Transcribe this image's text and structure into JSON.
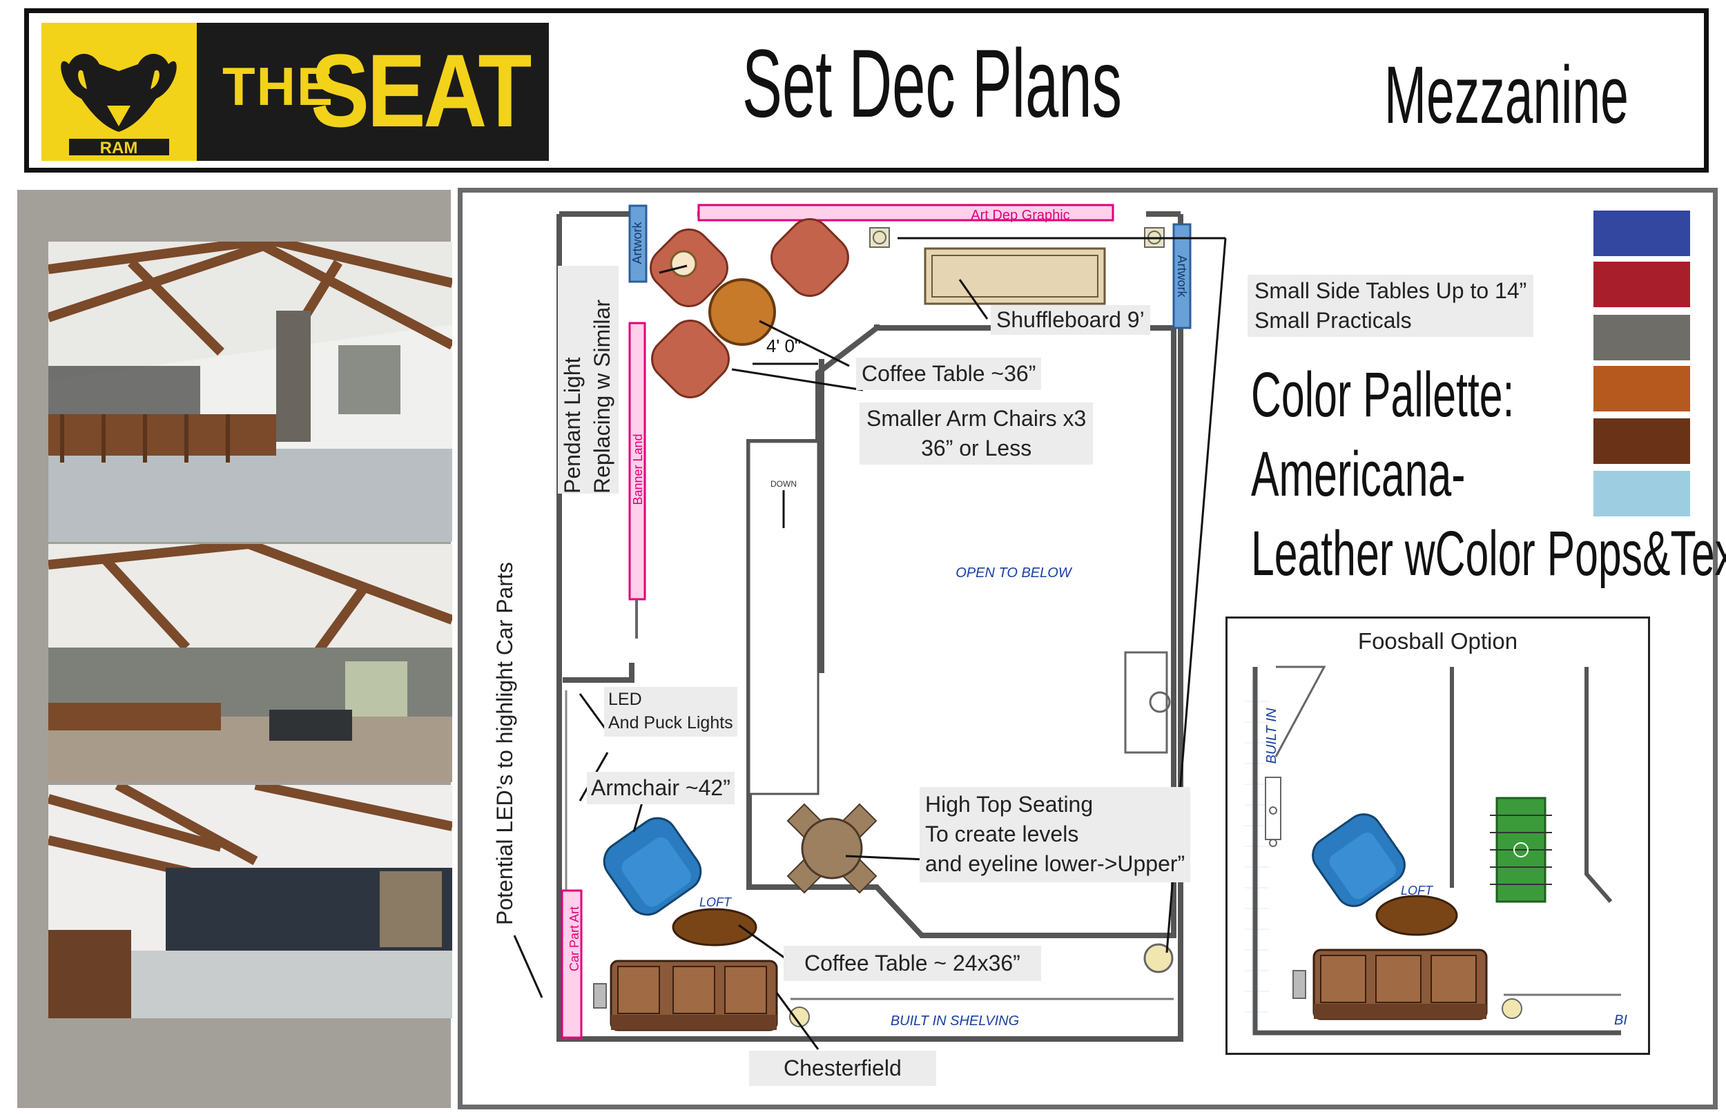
{
  "header": {
    "brand_the": "THE",
    "brand_seat": "SEAT",
    "logo_text": "RAM",
    "title": "Set Dec Plans",
    "subtitle": "Mezzanine"
  },
  "photos": [
    {
      "name": "loft-photo-1"
    },
    {
      "name": "loft-photo-2"
    },
    {
      "name": "loft-photo-3"
    }
  ],
  "floorplan": {
    "labels": {
      "art_dep_graphic": "Art Dep Graphic",
      "artwork_left": "Artwork",
      "artwork_right": "Artwork",
      "banner_land": "Banner Land",
      "car_part_art": "Car Part Art",
      "dimension": "4' 0\"",
      "down": "DOWN",
      "open_to_below": "OPEN TO BELOW",
      "loft": "LOFT",
      "built_in_shelving": "BUILT IN SHELVING"
    },
    "notes": {
      "pendant_light_1": "Pendant Light",
      "pendant_light_2": "Replacing w Similar",
      "potential_leds": "Potential  LED’s to highlight Car Parts",
      "shuffleboard": "Shuffleboard 9’",
      "coffee_table_36": "Coffee Table ~36”",
      "arm_chairs_1": "Smaller Arm Chairs x3",
      "arm_chairs_2": "36” or Less",
      "led_1": "LED",
      "led_2": "And Puck Lights",
      "armchair_42": "Armchair ~42”",
      "high_top_1": "High Top Seating",
      "high_top_2": "To create levels",
      "high_top_3": "and eyeline lower->Upper”",
      "coffee_table_24x36": "Coffee Table ~ 24x36”",
      "chesterfield": "Chesterfield",
      "side_tables_1": "Small Side Tables Up to 14”",
      "side_tables_2": "Small Practicals"
    }
  },
  "palette": {
    "title": "Color Pallette:",
    "line1": "Americana-",
    "line2": "Leather wColor Pops&Texture",
    "colors": [
      "#3346a0",
      "#a81e2a",
      "#6e6d67",
      "#b5591e",
      "#6a3318",
      "#9dcde0"
    ]
  },
  "foosball": {
    "title": "Foosball Option",
    "built_in": "BUILT IN",
    "loft": "LOFT",
    "bi": "BI"
  }
}
